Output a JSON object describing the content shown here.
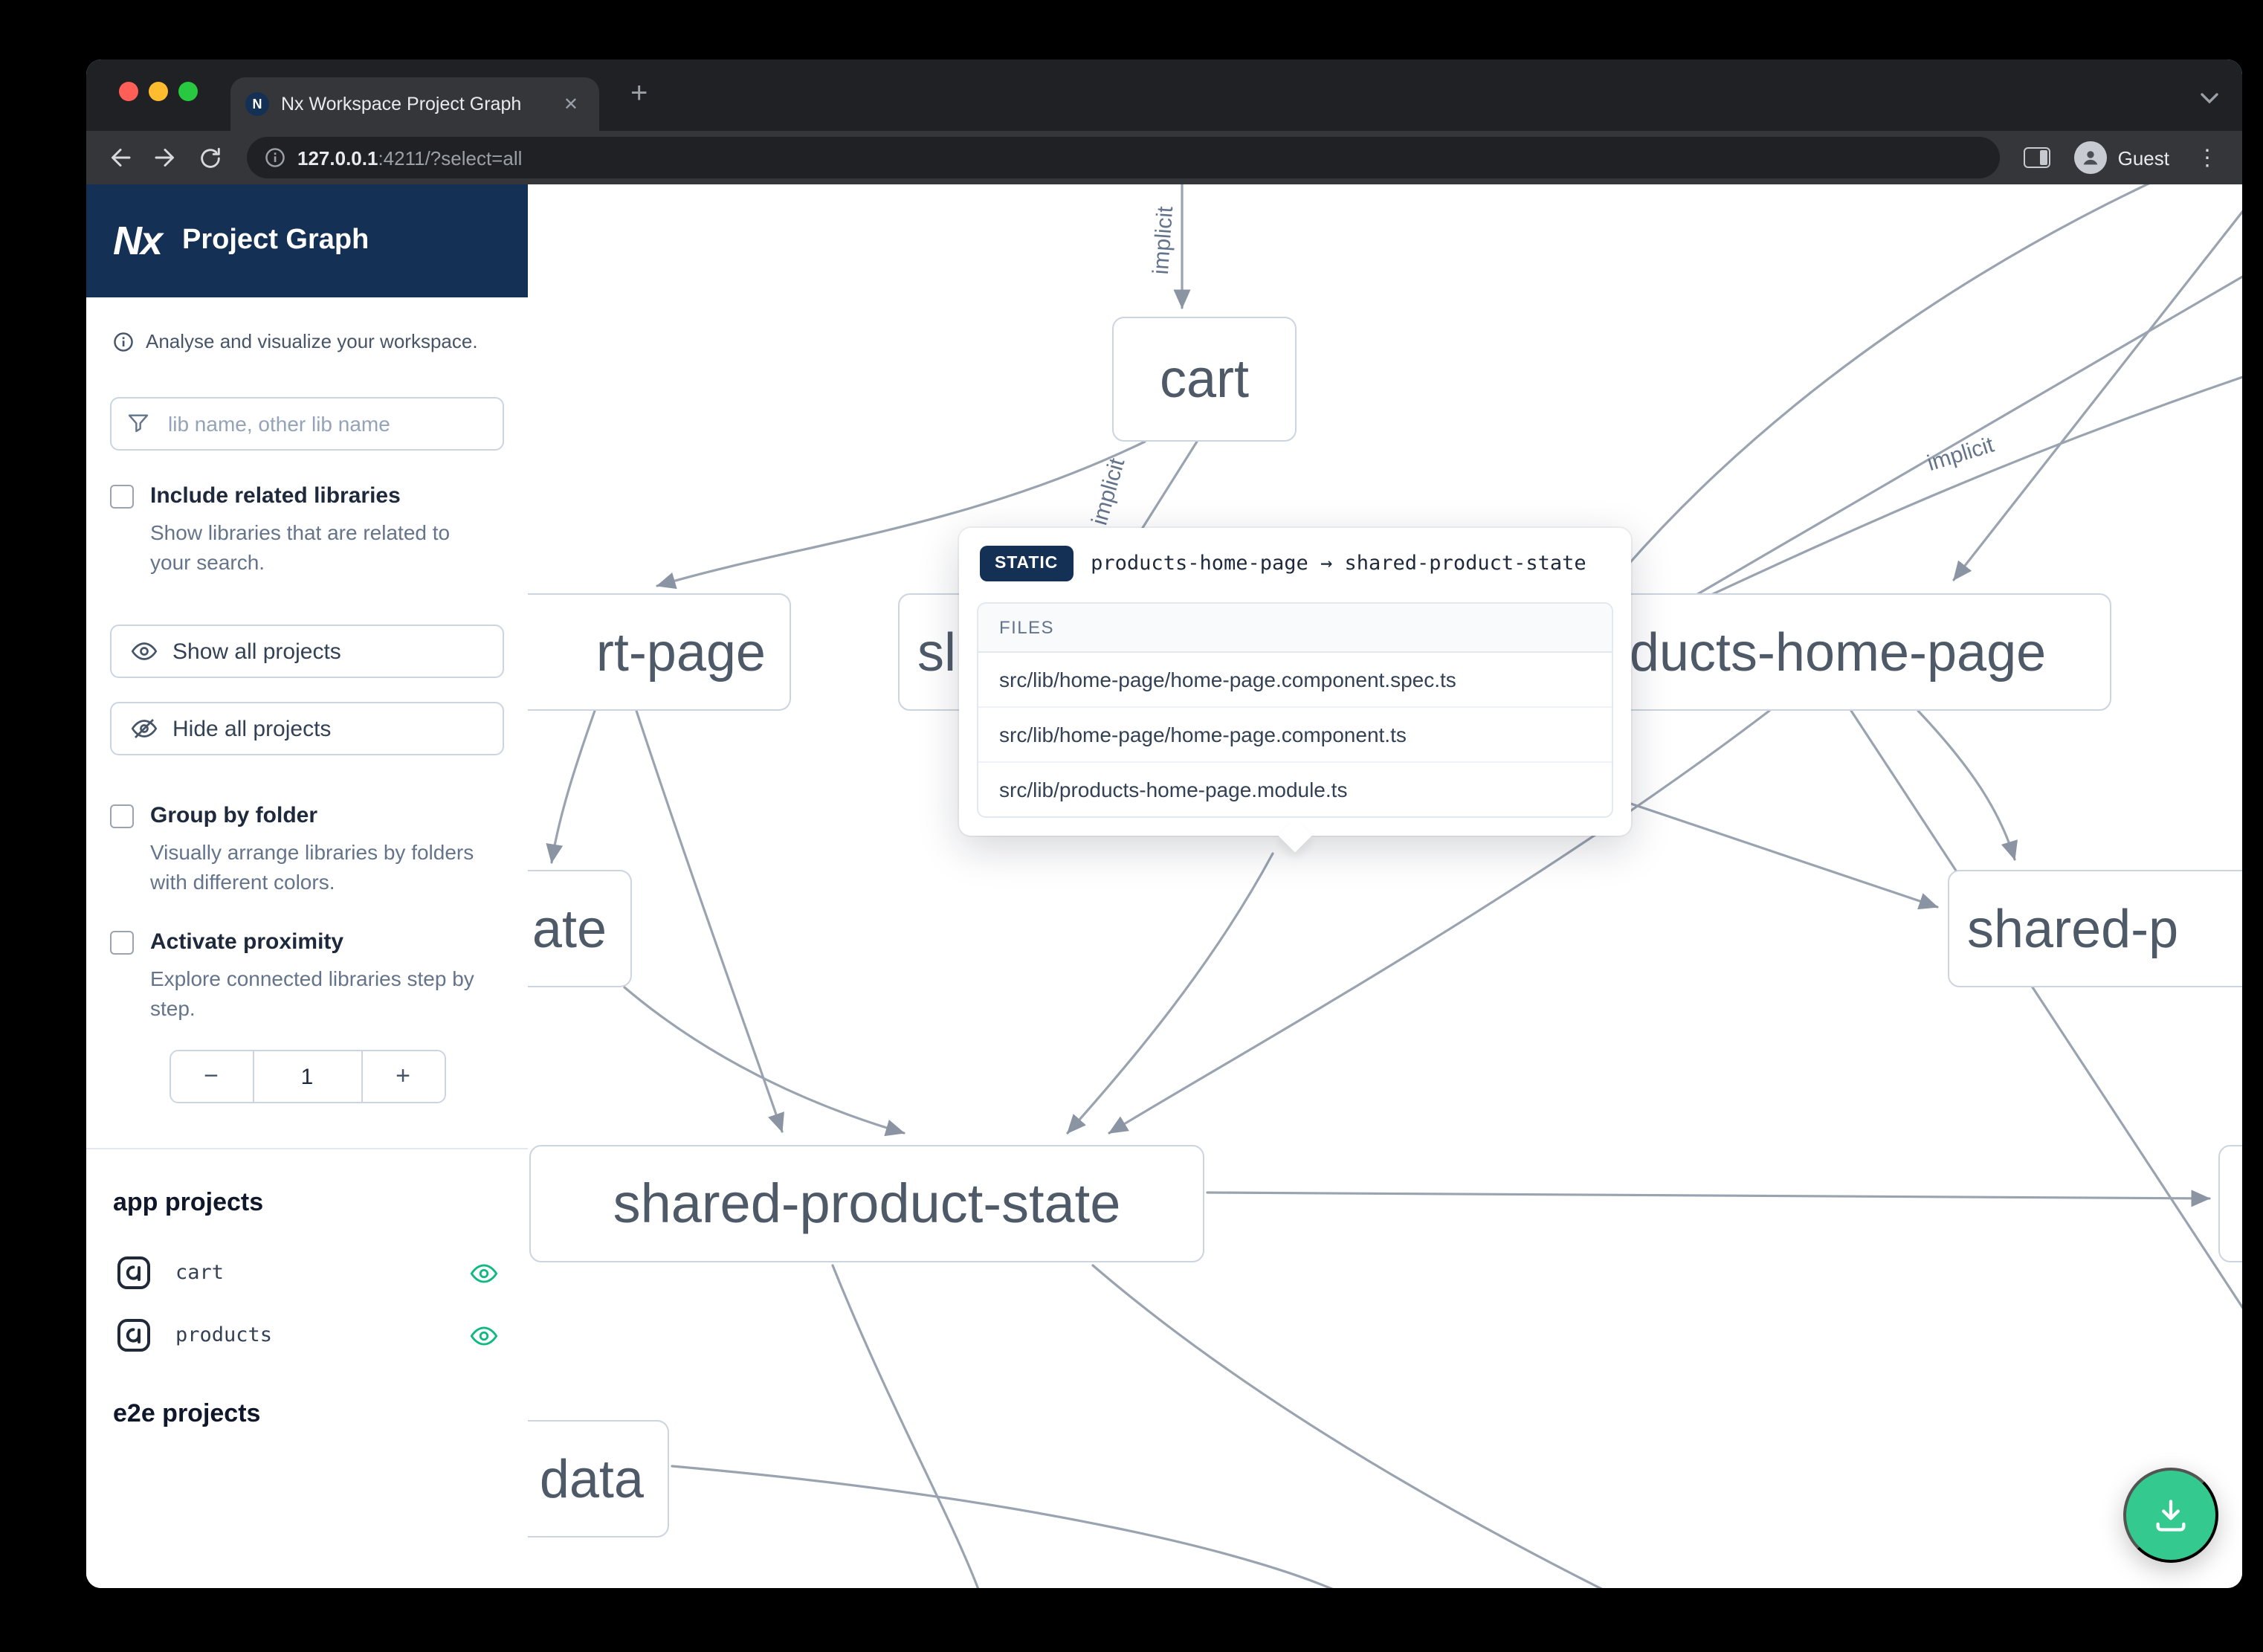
{
  "browser": {
    "tab_title": "Nx Workspace Project Graph",
    "close_glyph": "✕",
    "new_tab_glyph": "+",
    "kebab_glyph": "⋮",
    "url_host": "127.0.0.1",
    "url_rest": ":4211/?select=all",
    "guest_label": "Guest"
  },
  "sidebar": {
    "brand_logo": "Nx",
    "brand_title": "Project Graph",
    "tagline": "Analyse and visualize your workspace.",
    "search_placeholder": "lib name, other lib name",
    "include_related": {
      "label": "Include related libraries",
      "description": "Show libraries that are related to your search.",
      "checked": false
    },
    "show_all_label": "Show all projects",
    "hide_all_label": "Hide all projects",
    "group_by_folder": {
      "label": "Group by folder",
      "description": "Visually arrange libraries by folders with different colors.",
      "checked": false
    },
    "activate_proximity": {
      "label": "Activate proximity",
      "description": "Explore connected libraries step by step.",
      "checked": false
    },
    "stepper": {
      "minus": "−",
      "value": "1",
      "plus": "+"
    },
    "app_projects_heading": "app projects",
    "projects": [
      {
        "name": "cart"
      },
      {
        "name": "products"
      }
    ],
    "e2e_projects_heading": "e2e projects"
  },
  "tooltip": {
    "badge": "STATIC",
    "relation": "products-home-page → shared-product-state",
    "files_heading": "FILES",
    "files": [
      "src/lib/home-page/home-page.component.spec.ts",
      "src/lib/home-page/home-page.component.ts",
      "src/lib/products-home-page.module.ts"
    ]
  },
  "graph": {
    "nodes": [
      {
        "label": "cart"
      },
      {
        "label": "rt-page"
      },
      {
        "label": "sl"
      },
      {
        "label": "products-home-page"
      },
      {
        "label": "ate"
      },
      {
        "label": "shared-p"
      },
      {
        "label": "shared-product-state"
      },
      {
        "label": "data"
      },
      {
        "label": ""
      }
    ],
    "edge_label": "implicit"
  },
  "colors": {
    "nx_navy": "#143055",
    "accent_teal": "#10b981",
    "fab_green": "#34c98e",
    "edge_gray": "#9aa3b0"
  }
}
